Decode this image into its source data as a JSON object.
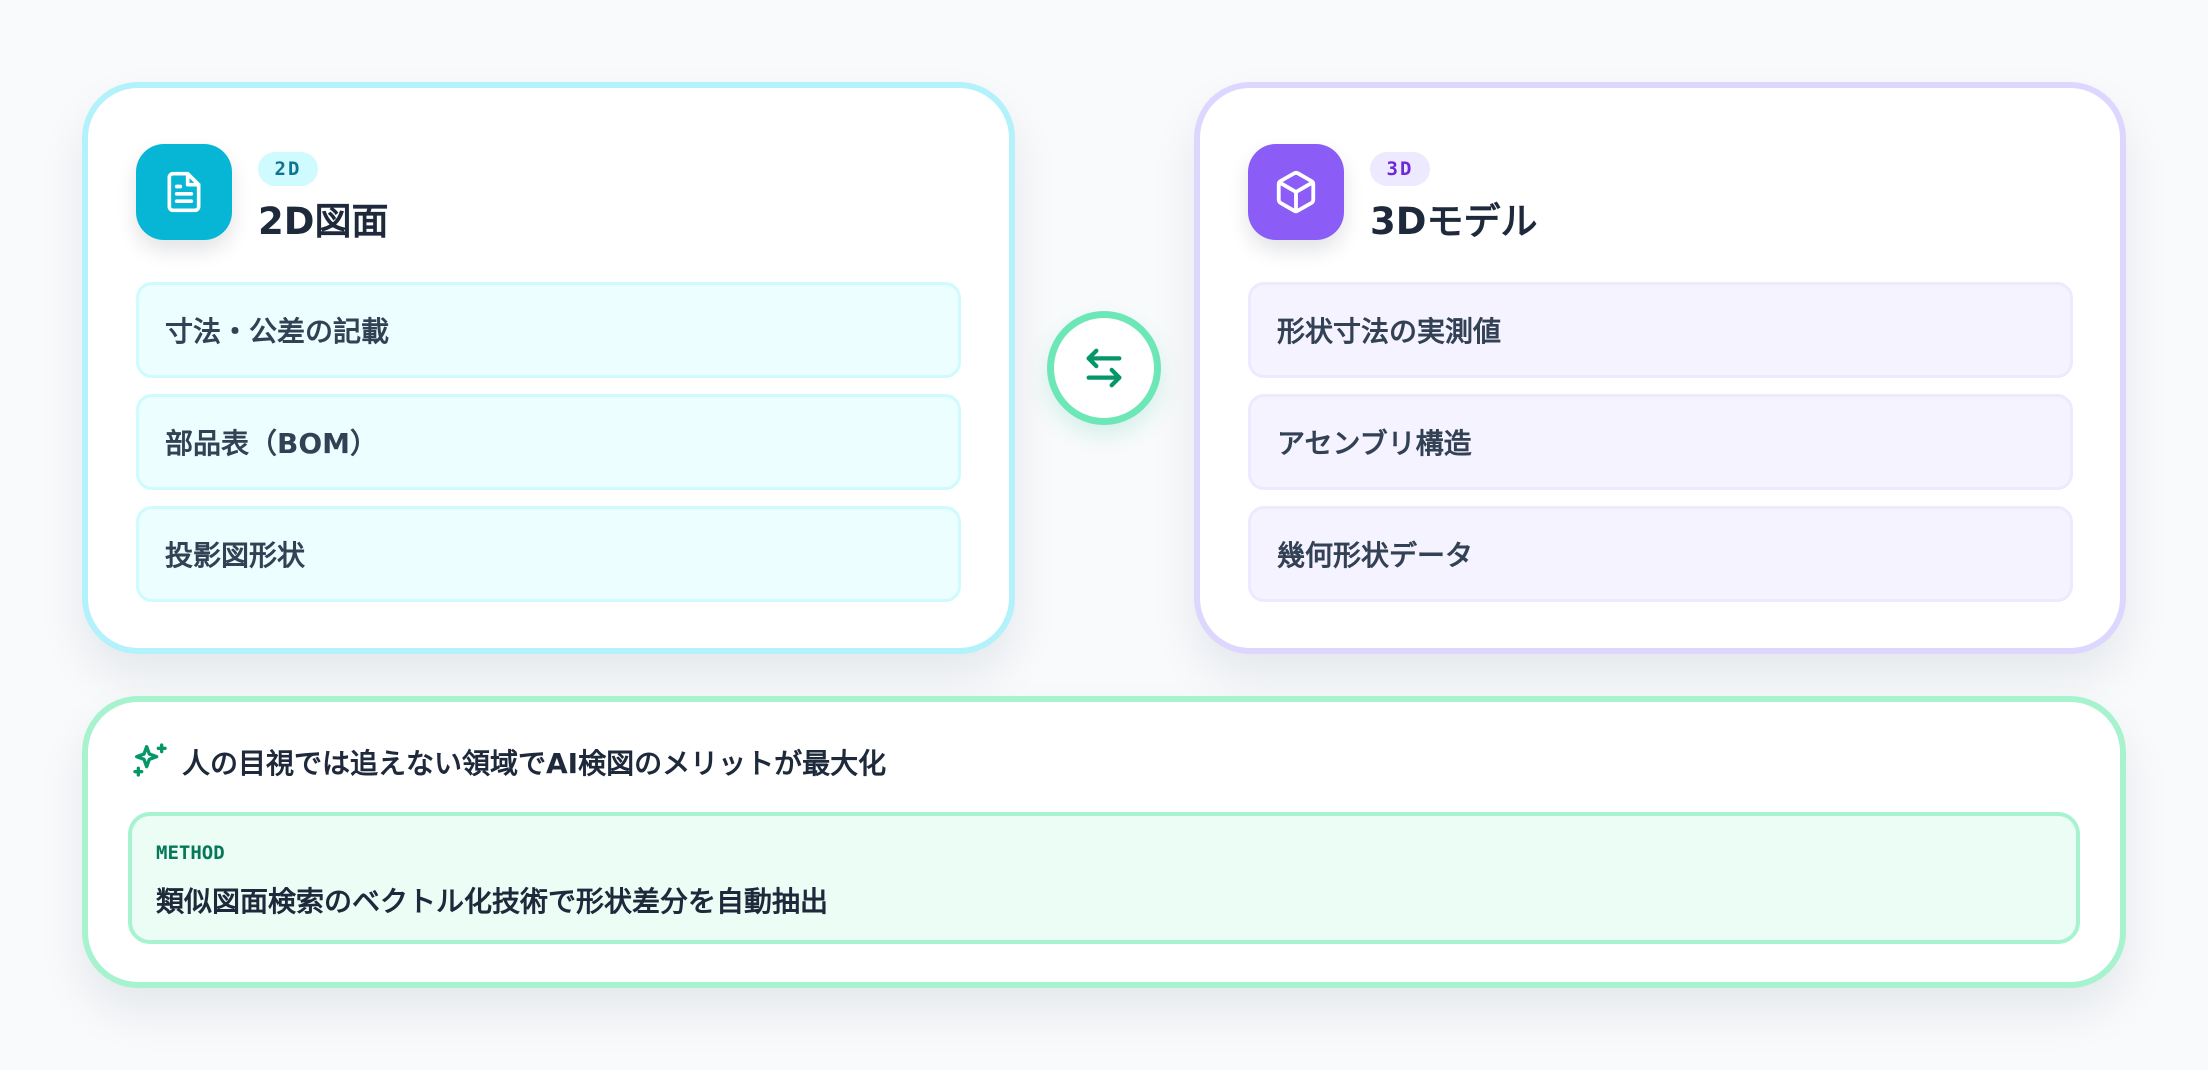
{
  "colors": {
    "background": "#f8fafc",
    "accent_2d": "#06b6d4",
    "accent_3d": "#8b5cf6",
    "accent_green": "#10b981"
  },
  "card_2d": {
    "icon": "document-icon",
    "badge": "2D",
    "title": "2D図面",
    "items": [
      {
        "label": "寸法・公差の記載"
      },
      {
        "label": "部品表（BOM）"
      },
      {
        "label": "投影図形状"
      }
    ]
  },
  "exchange": {
    "icon": "swap-arrows-icon"
  },
  "card_3d": {
    "icon": "cube-icon",
    "badge": "3D",
    "title": "3Dモデル",
    "items": [
      {
        "label": "形状寸法の実測値"
      },
      {
        "label": "アセンブリ構造"
      },
      {
        "label": "幾何形状データ"
      }
    ]
  },
  "summary": {
    "icon": "sparkles-icon",
    "headline": "人の目視では追えない領域でAI検図のメリットが最大化",
    "method_label": "METHOD",
    "method_text": "類似図面検索のベクトル化技術で形状差分を自動抽出"
  }
}
